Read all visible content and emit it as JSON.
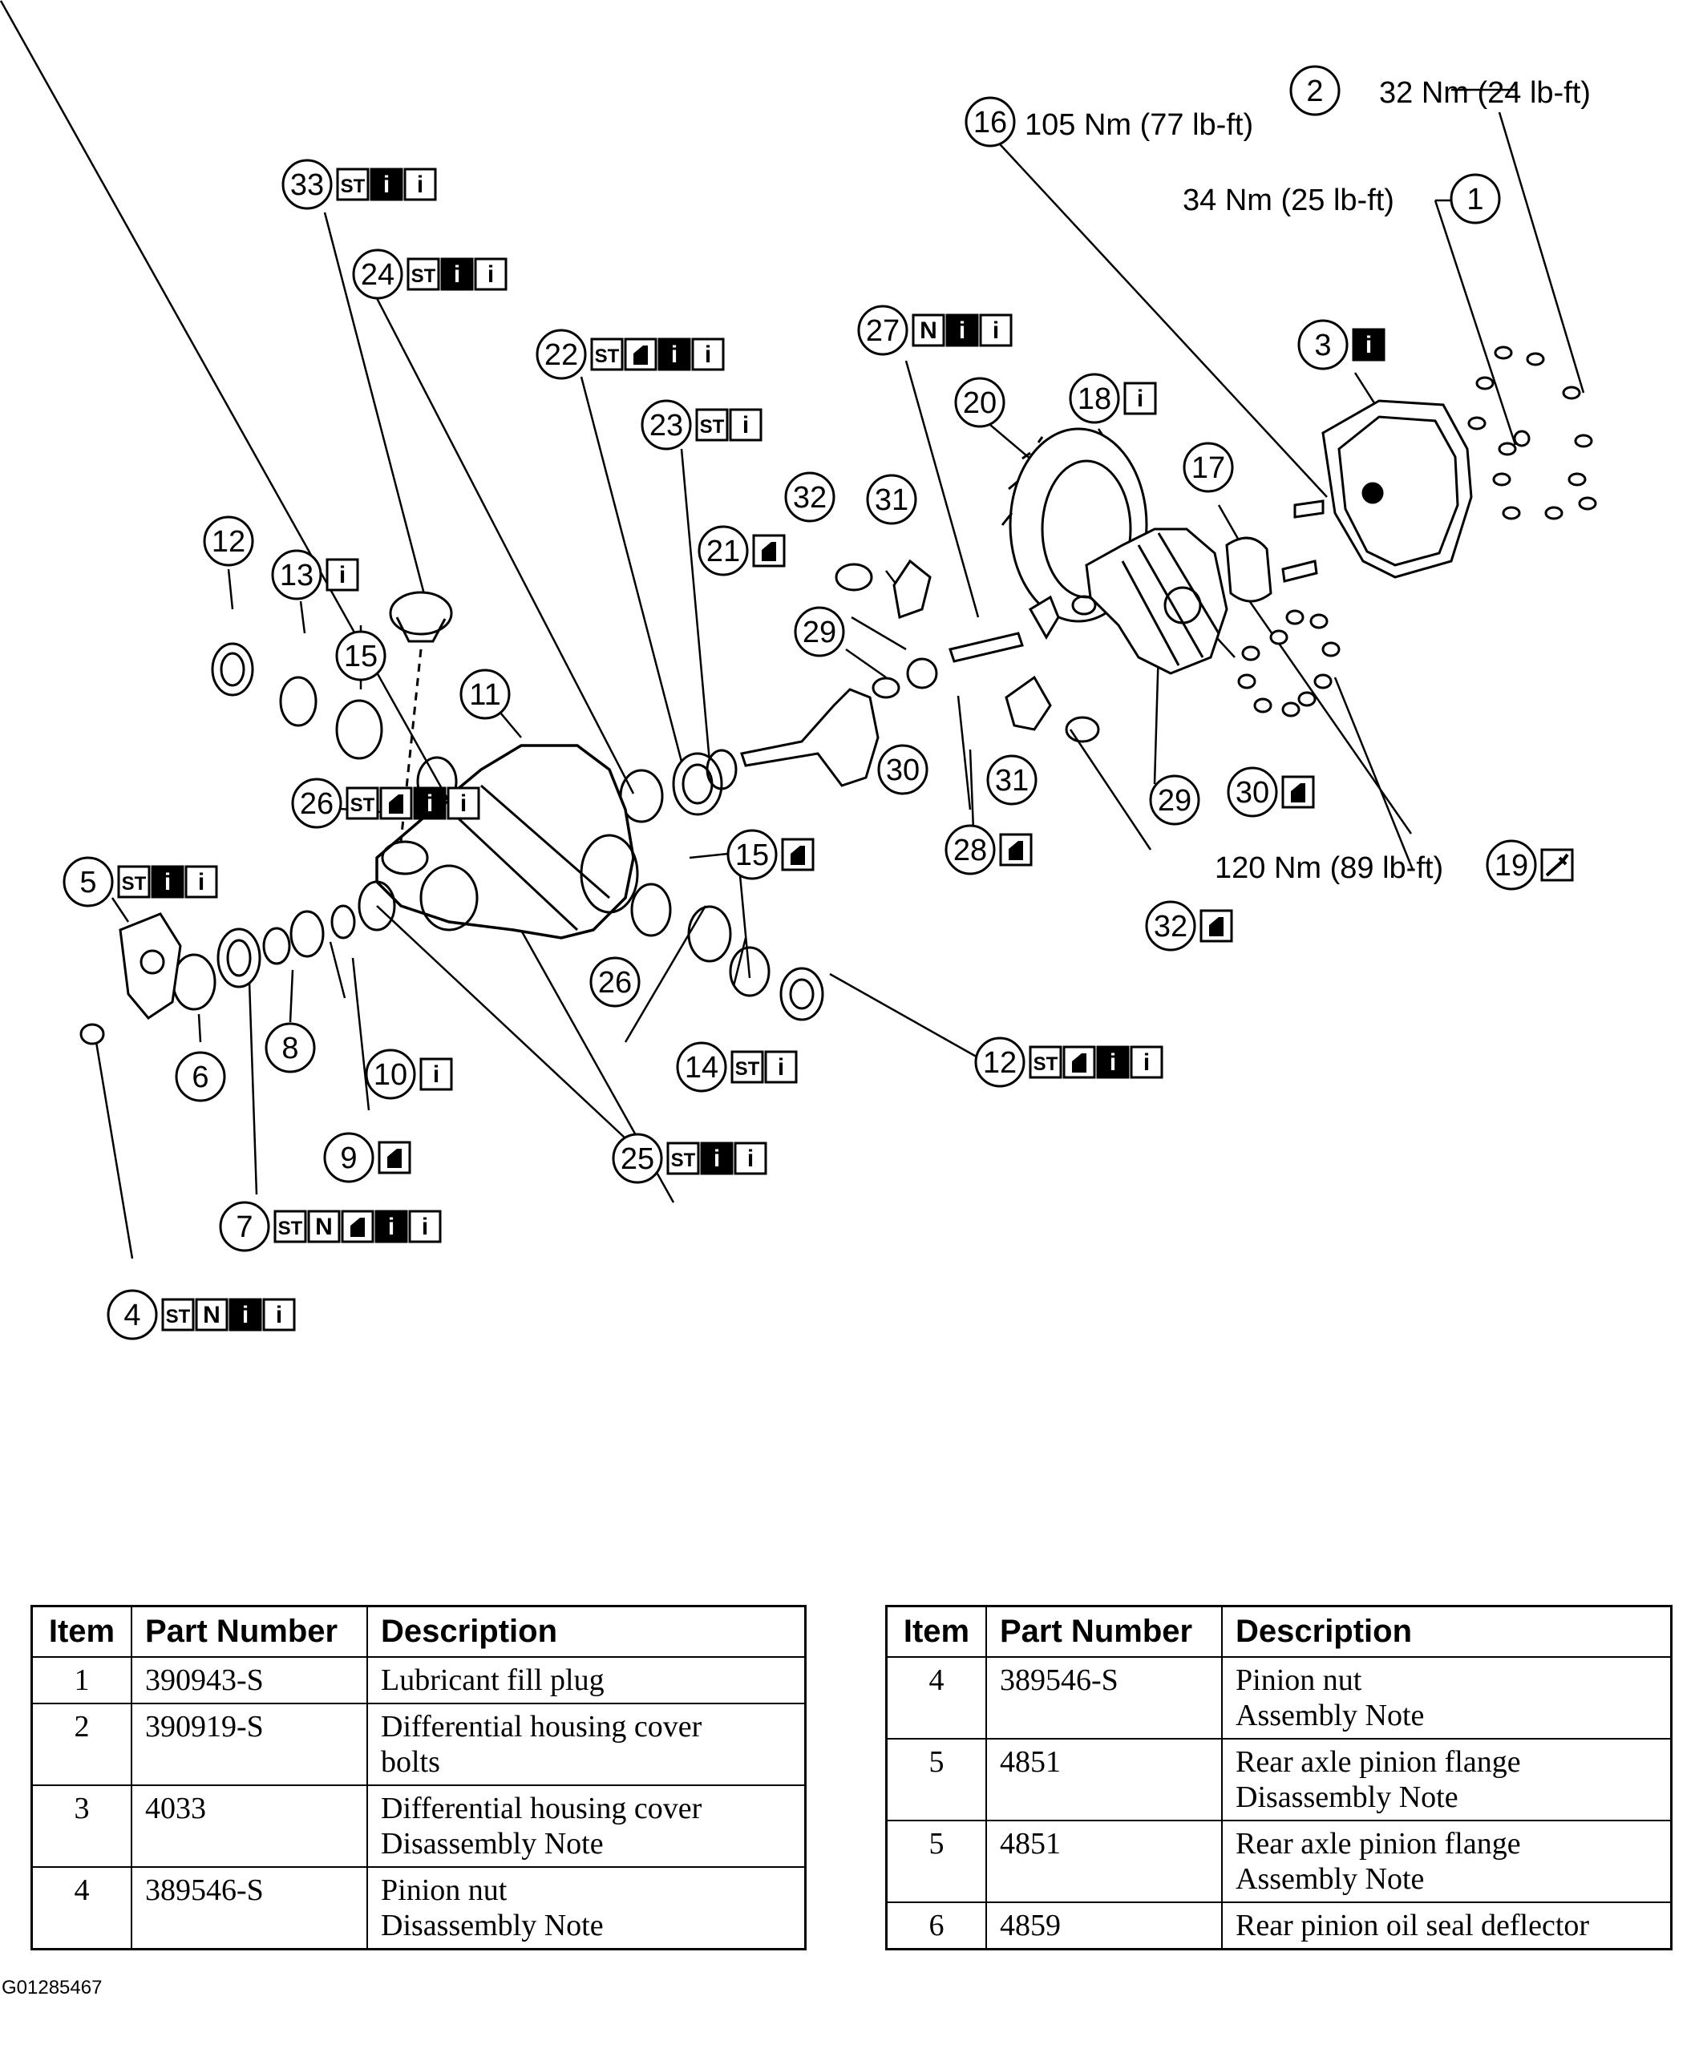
{
  "figure_id": "G01285467",
  "torque_labels": {
    "item2": "32 Nm (24 lb-ft)",
    "item16": "105 Nm (77 lb-ft)",
    "item1": "34 Nm (25 lb-ft)",
    "item19": "120 Nm (89 lb-ft)"
  },
  "icon_text": {
    "special_tool": "ST",
    "new_part": "N",
    "info": "i"
  },
  "callouts": [
    {
      "num": "33",
      "icons": [
        "ST",
        "i-black",
        "i"
      ]
    },
    {
      "num": "24",
      "icons": [
        "ST",
        "i-black",
        "i"
      ]
    },
    {
      "num": "22",
      "icons": [
        "ST",
        "sealant",
        "i-black",
        "i"
      ]
    },
    {
      "num": "23",
      "icons": [
        "ST",
        "i"
      ]
    },
    {
      "num": "27",
      "icons": [
        "N",
        "i-black",
        "i"
      ]
    },
    {
      "num": "20",
      "icons": []
    },
    {
      "num": "18",
      "icons": [
        "i"
      ]
    },
    {
      "num": "17",
      "icons": []
    },
    {
      "num": "3",
      "icons": [
        "i-black"
      ]
    },
    {
      "num": "12",
      "icons": []
    },
    {
      "num": "13",
      "icons": [
        "i"
      ]
    },
    {
      "num": "15",
      "icons": []
    },
    {
      "num": "32",
      "icons": []
    },
    {
      "num": "31",
      "icons": []
    },
    {
      "num": "21",
      "icons": [
        "sealant"
      ]
    },
    {
      "num": "29",
      "icons": []
    },
    {
      "num": "11",
      "icons": []
    },
    {
      "num": "30",
      "icons": []
    },
    {
      "num": "31",
      "icons": []
    },
    {
      "num": "29",
      "icons": []
    },
    {
      "num": "30",
      "icons": [
        "sealant"
      ]
    },
    {
      "num": "26",
      "icons": [
        "ST",
        "sealant",
        "i-black",
        "i"
      ]
    },
    {
      "num": "28",
      "icons": [
        "sealant"
      ]
    },
    {
      "num": "19",
      "icons": [
        "torque-wrench"
      ]
    },
    {
      "num": "5",
      "icons": [
        "ST",
        "i-black",
        "i"
      ]
    },
    {
      "num": "15",
      "icons": [
        "sealant"
      ]
    },
    {
      "num": "32",
      "icons": [
        "sealant"
      ]
    },
    {
      "num": "26",
      "icons": []
    },
    {
      "num": "6",
      "icons": []
    },
    {
      "num": "8",
      "icons": []
    },
    {
      "num": "10",
      "icons": [
        "i"
      ]
    },
    {
      "num": "14",
      "icons": [
        "ST",
        "i"
      ]
    },
    {
      "num": "12",
      "icons": [
        "ST",
        "sealant",
        "i-black",
        "i"
      ]
    },
    {
      "num": "9",
      "icons": [
        "sealant"
      ]
    },
    {
      "num": "25",
      "icons": [
        "ST",
        "i-black",
        "i"
      ]
    },
    {
      "num": "7",
      "icons": [
        "ST",
        "N",
        "sealant",
        "i-black",
        "i"
      ]
    },
    {
      "num": "4",
      "icons": [
        "ST",
        "N",
        "i-black",
        "i"
      ]
    },
    {
      "num": "16",
      "icons": []
    },
    {
      "num": "2",
      "icons": []
    },
    {
      "num": "1",
      "icons": []
    }
  ],
  "table_headers": {
    "item": "Item",
    "part_number": "Part Number",
    "description": "Description"
  },
  "table_left": [
    {
      "item": "1",
      "part": "390943-S",
      "desc": [
        "Lubricant fill plug"
      ]
    },
    {
      "item": "2",
      "part": "390919-S",
      "desc": [
        "Differential housing cover",
        "bolts"
      ]
    },
    {
      "item": "3",
      "part": "4033",
      "desc": [
        "Differential housing cover",
        "Disassembly Note"
      ]
    },
    {
      "item": "4",
      "part": "389546-S",
      "desc": [
        "Pinion nut",
        "Disassembly Note"
      ]
    }
  ],
  "table_right": [
    {
      "item": "4",
      "part": "389546-S",
      "desc": [
        "Pinion nut",
        "Assembly Note"
      ]
    },
    {
      "item": "5",
      "part": "4851",
      "desc": [
        "Rear axle pinion flange",
        "Disassembly Note"
      ]
    },
    {
      "item": "5",
      "part": "4851",
      "desc": [
        "Rear axle pinion flange",
        "Assembly Note"
      ]
    },
    {
      "item": "6",
      "part": "4859",
      "desc": [
        "Rear pinion oil seal deflector"
      ]
    }
  ]
}
